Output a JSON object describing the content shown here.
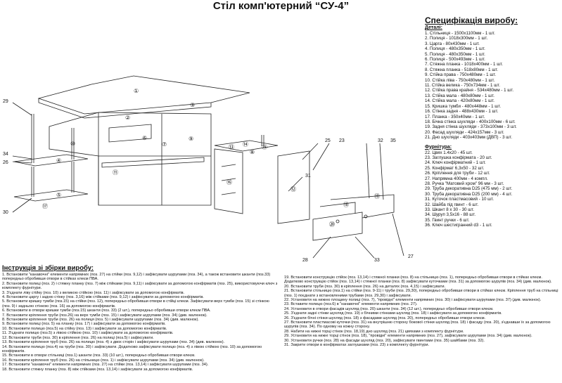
{
  "title": "Стіл комп'ютерний “СУ-4”",
  "spec": {
    "heading": "Специфікація виробу:",
    "parts_heading": "Деталі:",
    "parts": [
      "1. Стільниця - 1500x1100мм - 1 шт.",
      "2. Полиця - 1018x300мм - 1 шт.",
      "3. Царга - 80x430мм - 1 шт.",
      "4. Полиця - 480x350мм - 1 шт.",
      "5. Полиця - 480x350мм - 1 шт.",
      "6. Полиця - 500x493мм - 1 шт.",
      "7. Стяжна планка - 1018x400мм - 1 шт.",
      "8. Стяжна планка - 518x80мм - 1 шт.",
      "9. Стійка права - 750x480мм - 1 шт.",
      "10. Стійка ліва - 750x480мм - 1 шт.",
      "11. Стійка велика - 750x734мм - 1 шт.",
      "12. Стійка права крайня - 534x480мм - 1 шт.",
      "13. Стійка мала - 480x80мм - 1 шт.",
      "14. Стійка мала - 420x80мм - 1 шт.",
      "15. Кришка тумби - 480x448мм - 1 шт.",
      "16. Стінка задня - 488x430мм - 1 шт.",
      "17. Планка - 350x40мм - 1 шт.",
      "18. Бічна стінка шухляди - 400x100мм - 6 шт.",
      "19. Задня стінка шухляди - 373x100мм - 3 шт.",
      "20. Фасад шухляди - 424x157мм - 3 шт.",
      "21. Дно шухляди - 403x403мм (ДВП) - 3 шт."
    ],
    "hardware_heading": "Фурнітура:",
    "hardware": [
      "22. Цвях 1.4x20 - 45 шт.",
      "23. Заглушка конфірмата - 20 шт.",
      "24. Ключ конфірматний - 1 шт.",
      "25. Конфірмат 6,3x50 - 32 шт.",
      "26. Кріплення для труби - 12 шт.",
      "27. Напрямна 400мм - 4 компл.",
      "28. Ручка \"Матовий хром\" 96 мм - 3 шт.",
      "29. Труба декоративна D25 (475 мм) - 2 шт.",
      "30. Труба декоративна D25 (200 мм) - 4 шт.",
      "31. Куточок пластмасовий - 10 шт.",
      "32. Шайба під гвинт - 6 шт.",
      "33. Шкант 8 x 30 - 30 шт.",
      "34. Шуруп 3,5x16 - 88 шт.",
      "35. Гвинт ручки - 6 шт.",
      "36. Ключ шестигранний d3 - 1 шт."
    ]
  },
  "drawing": {
    "callouts": [
      "29",
      "34",
      "26",
      "30",
      "25",
      "23",
      "32",
      "35",
      "31",
      "28",
      "33",
      "27"
    ],
    "circled": [
      "①",
      "②",
      "③",
      "④",
      "⑤",
      "⑥",
      "⑦",
      "⑧",
      "⑨",
      "⑩",
      "⑪",
      "⑫",
      "⑬",
      "⑭",
      "⑮",
      "⑯",
      "⑰",
      "⑱",
      "⑲",
      "⑳"
    ]
  },
  "instructions": {
    "heading": "Інструкція зі збірки виробу:",
    "left": [
      "1. Встановити \"канавочні\" елементи напрямних (поз. 27) на стійки (поз. 9,12) і зафіксувати шурупами (поз. 34), а також встановити шканти (поз.33) попередньо обробивши отвори в стійках клеєм ПВА.",
      "2. Встановити полиці (поз. 2) і стяжну планку (поз. 7) між стійками (поз. 9,11) і зафіксувати за допомогою конфірматів (поз. 25), використовуючи ключ з комплекту фурнітури.",
      "3. З'єднати ліву стійку (поз. 10) з великою стійкою (поз. 11) і зафіксувати за допомогою конфірматів.",
      "4. Встановити царгу і задню стінку (поз. 3,16) між стійками (поз. 9,12) і зафіксувати за допомогою конфірматів.",
      "5. Встановити кришку тумби (поз.15) на стійки (поз. 12), попередньо обробивши отвори в стійці клеєм. Зафіксувати верх тумби (поз. 15) зі стінкою (поз. 9) і задньою стінкою (поз. 16) за допомогою конфірматів.",
      "6. Встановити в отвори кришки тумби (поз.15) шканти (поз. 33) (2 шт.), попередньо обробивши отвори клеєм ПВА.",
      "7. Встановити кріплення труби (поз.26) на верх тумби (поз. 15) і зафіксувати шурупами (поз. 34) (див. малюнок).",
      "8. Встановити кріплення труби (поз. 26) на полиця (поз. 5) і зафіксувати шурупами (поз. 34) (див. малюнок).",
      "9. Встановити полиці (поз. 5) на планку (поз. 17) і зафіксувати за допомогою конфірматів.",
      "10. Встановити полицю (поз.5) на стійку (поз. 13) і зафіксувати за допомогою конфірматів.",
      "11. З'єднати полицю (поз.5) з лівою стійкою (поз. 10) і зафіксувати за допомогою конфірматів.",
      "12. Встановити труби (поз. 30) в кріплення (поз. 26) на полиці (поз.5) і зафіксувати.",
      "13. Встановити кріплення труб (поз. 26) на полицю (поз. 4) з двох сторін і зафіксувати шурупами (поз. 34) (див. малюнок).",
      "14. Встановити полицю (поз.4) на труби (поз. 30) і зафіксувати. Додатково зафіксувати полицю (поз. 4) з лівою стійкою (поз. 10) за допомогою конфірматів.",
      "15. Встановити в отвори стільниці (поз.1) шканти (поз. 33) (10 шт.), попередньо обробивши отвори клеєм.",
      "16. Встановити кріплення труб (поз. 26) на стільницю (поз. 1) і зафіксувати шурупами (поз. 34) (див. малюнок).",
      "17. Встановити \"канавочні\" елементи напрямних (поз. 27) на стійки (поз. 13,14) і зафіксувати шурупами (поз. 34).",
      "18. Встановити стяжну планку (поз. 8) між стійками (поз. 13,14) і зафіксувати за допомогою конфірматів."
    ],
    "right": [
      "19. Встановити конструкцію стійок (поз. 13,14) і стяжної планки (поз. 8) на стільницю (поз. 1), попередньо обробивши отвори в стійках клеєм. Додатково конструкцію стійок (поз. 13,14) і стяжної планки (поз. 8) зафіксувати куточками (поз. 31) за допомогою шурупів (поз. 34) (див. малюнок).",
      "20. Встановити труби (поз. 30) в кріплення (поз. 26) на деталях (поз. 4,15) і зафіксувати.",
      "21. Встановити стільницю (поз.1) на стійки (поз. 9-11) і труби (поз. 29,30), попередньо обробивши отвори в стійках клеєм. Кріплення труб на стільниці (поз. 1) поєднати з встановленими трубами (поз. 29,30) і зафіксувати.",
      "22. Установити на нижню площину полиці (поз. 7), \"провідні\" елементи напрямних (поз. 30) і зафіксувати шурупами (поз. 37) (див. малюнок).",
      "23. Вставити полицю (поз.6) в \"канавочні\" елементи напрямних (поз. 27).",
      "24. Установити в отвори фасадів шухляд (поз. 20) шканти (поз. 34) (12 шт.), попередньо обробивши отвори клеєм.",
      "25. З'єднати задні стінки шухляд (поз. 19) з бічними стінками шухляд (поз. 18) і зафіксувати за допомогою конфірматів.",
      "26. З'єднати бічні стінки шухляд (поз. 18) з фасадами шухляд (поз. 20), попередньо обробивши отвори клеєм.",
      "27. Встановити пластмасові куточки (поз. 31) на внутрішню сторону бокової стінки шухляд (поз. 18) і фасаду (поз. 20), з'єднавши їх за допомогою шурупів (поз. 34). По одному на кожну сторону.",
      "28. Набити на нижні торці стінок (поз. 18,19) дно шухляд (поз. 21) цвяхами з комплекту фурнітури.",
      "29. Установити на нижні торці стінок (поз. 18), \"провідні\" елементи напрямних (поз. 27), зафіксувати шурупами (поз. 34) (див. малюнок).",
      "30. Установити ручки (поз. 28) на фасади шухляд (поз. 20), зафіксувати гвинтами (поз. 35) шайбами (поз. 32).",
      "31. Закрити отвори в конфірматах заглушками (поз. 23) з комплекту фурнітури."
    ]
  }
}
